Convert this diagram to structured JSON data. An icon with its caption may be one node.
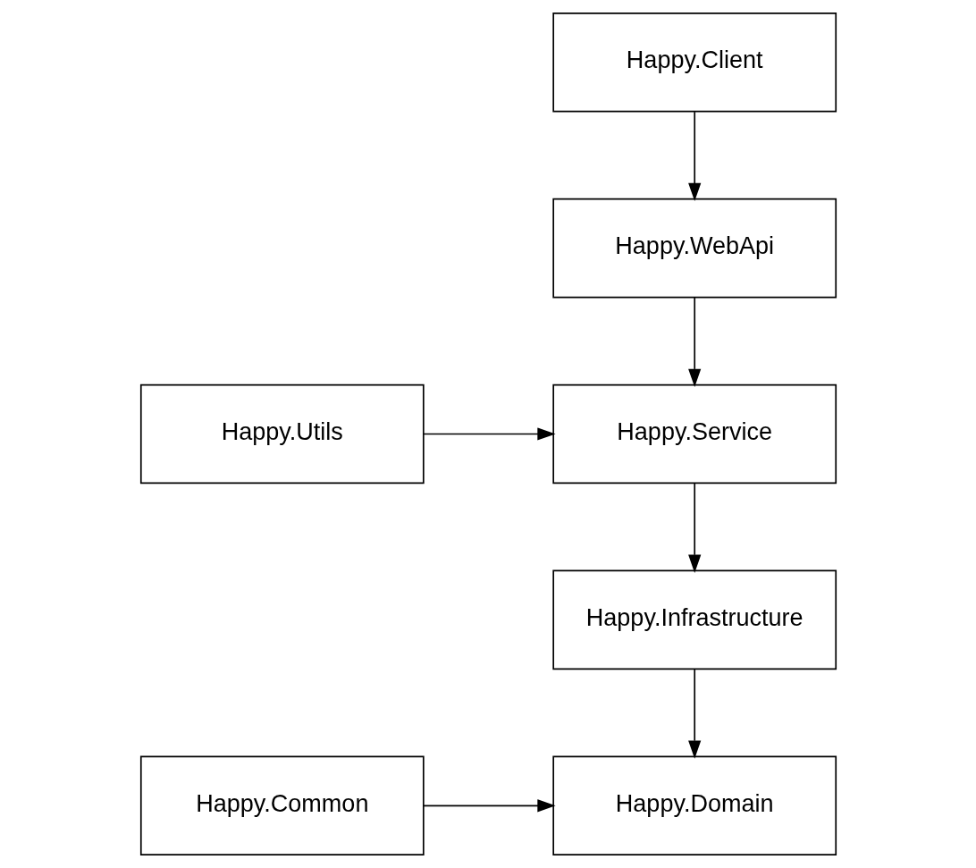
{
  "diagram": {
    "nodes": [
      {
        "text": [
          "Happy.Client"
        ]
      },
      {
        "text": [
          "Happy.WebApi"
        ]
      },
      {
        "text": [
          "Happy.Utils"
        ]
      },
      {
        "text": [
          "Happy.Service"
        ]
      },
      {
        "text": [
          "Happy.Infrastructure"
        ]
      },
      {
        "text": [
          "Happy.Domain"
        ]
      },
      {
        "text": [
          "Happy.Common"
        ]
      }
    ],
    "edges": [
      {
        "from": 0,
        "to": 1,
        "arrow": "to"
      },
      {
        "from": 1,
        "to": 3,
        "arrow": "to"
      },
      {
        "from": 2,
        "to": 3,
        "arrow": "to"
      },
      {
        "from": 3,
        "to": 4,
        "arrow": "to"
      },
      {
        "from": 4,
        "to": 5,
        "arrow": "to"
      },
      {
        "from": 6,
        "to": 5,
        "arrow": "to"
      }
    ]
  }
}
